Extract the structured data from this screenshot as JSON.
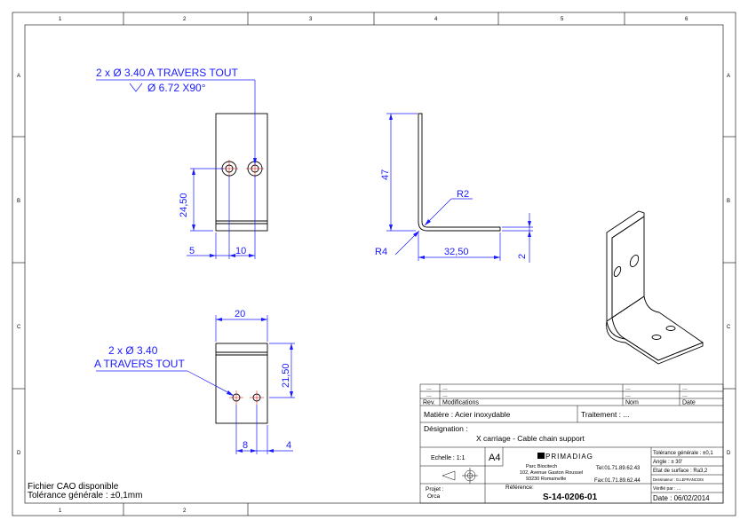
{
  "border": {
    "columns_top": [
      "1",
      "2",
      "3",
      "4",
      "5",
      "6"
    ],
    "columns_bottom": [
      "1",
      "2"
    ],
    "rows": [
      "A",
      "B",
      "C",
      "D"
    ]
  },
  "notes": {
    "top_hole_callout_1": "2 x Ø 3.40 A TRAVERS TOUT",
    "top_hole_callout_2": "Ø 6.72 X90°",
    "bottom_hole_callout_1": "2 x Ø 3.40",
    "bottom_hole_callout_2": "A TRAVERS TOUT",
    "cad_file": "Fichier CAO disponible",
    "general_tol": "Tolérance générale : ±0,1mm"
  },
  "dims": {
    "front_h": "24,50",
    "front_5": "5",
    "front_10": "10",
    "side_47": "47",
    "side_r2": "R2",
    "side_r4": "R4",
    "side_32": "32,50",
    "side_2": "2",
    "bottom_20": "20",
    "bottom_21": "21,50",
    "bottom_8": "8",
    "bottom_4": "4"
  },
  "title_block": {
    "rev_rows": [
      [
        "...",
        "...",
        "...",
        "..."
      ],
      [
        "...",
        "...",
        "...",
        "..."
      ]
    ],
    "rev_header": {
      "rev": "Rev.",
      "modifications": "Modifications",
      "nom": "Nom",
      "date": "Date"
    },
    "matiere": "Matière : Acier inoxydable",
    "traitement": "Traitement : ...",
    "designation_label": "Désignation :",
    "designation": "X carriage - Cable chain support",
    "echelle": "Echelle : 1:1",
    "format": "A4",
    "company": "PRIMADIAG",
    "address_1": "Parc Biocitech",
    "address_2": "102, Avenue Gaston Roussel",
    "address_3": "93230 Romainville",
    "tel": "Tel:01.71.89.62.43",
    "fax": "Fax:01.71.89.62.44",
    "tol_generale": "Tolérance générale : ±0,1",
    "angle": "Angle : ± 30'",
    "etat_surface": "Etat de surface : Ra3,2",
    "dessinateur": "Dessinateur : G.LEFRANCOIS",
    "verifie": "Vérifié par : ...",
    "projet_label": "Projet :",
    "projet": "Orca",
    "reference_label": "Référence:",
    "reference": "S-14-0206-01",
    "date": "Date : 06/02/2014"
  }
}
